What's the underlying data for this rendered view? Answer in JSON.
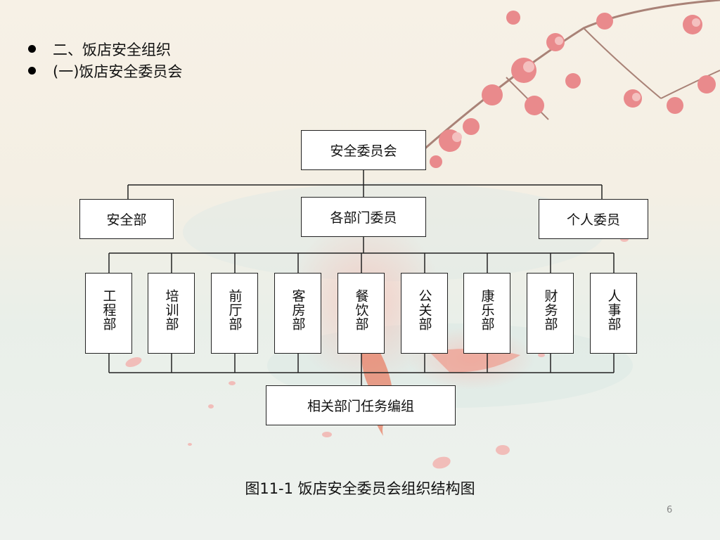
{
  "slide": {
    "bullets": [
      "二、饭店安全组织",
      "(一)饭店安全委员会"
    ],
    "caption": "图11-1 饭店安全委员会组织结构图",
    "page_number": "6"
  },
  "org_chart": {
    "root": "安全委员会",
    "level2": {
      "left": "安全部",
      "center": "各部门委员",
      "right": "个人委员"
    },
    "departments": [
      "工程部",
      "培训部",
      "前厅部",
      "客房部",
      "餐饮部",
      "公关部",
      "康乐部",
      "财务部",
      "人事部"
    ],
    "bottom": "相关部门任务编组"
  }
}
